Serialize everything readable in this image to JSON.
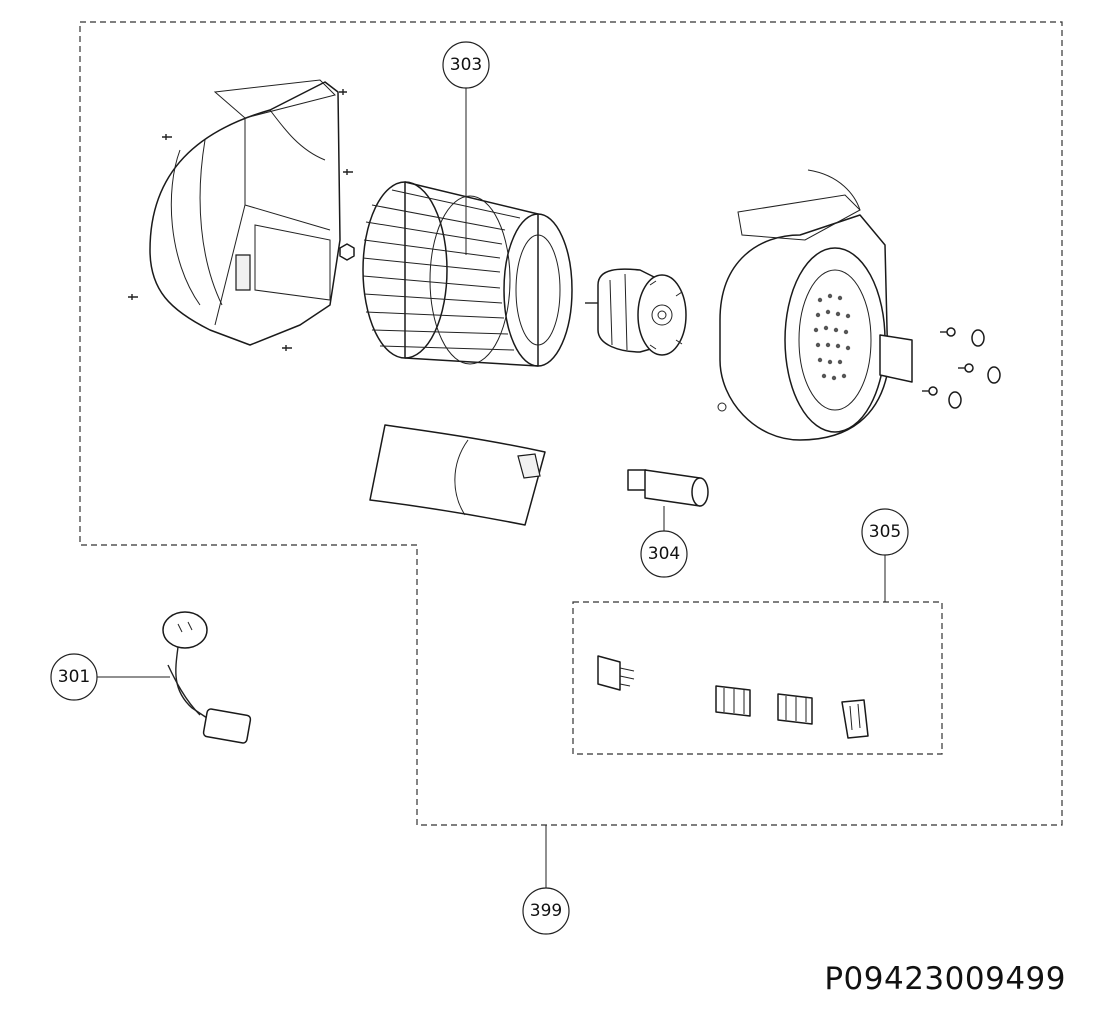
{
  "callouts": {
    "c301": "301",
    "c303": "303",
    "c304": "304",
    "c305": "305",
    "c399": "399"
  },
  "drawing_code": "P09423009499"
}
